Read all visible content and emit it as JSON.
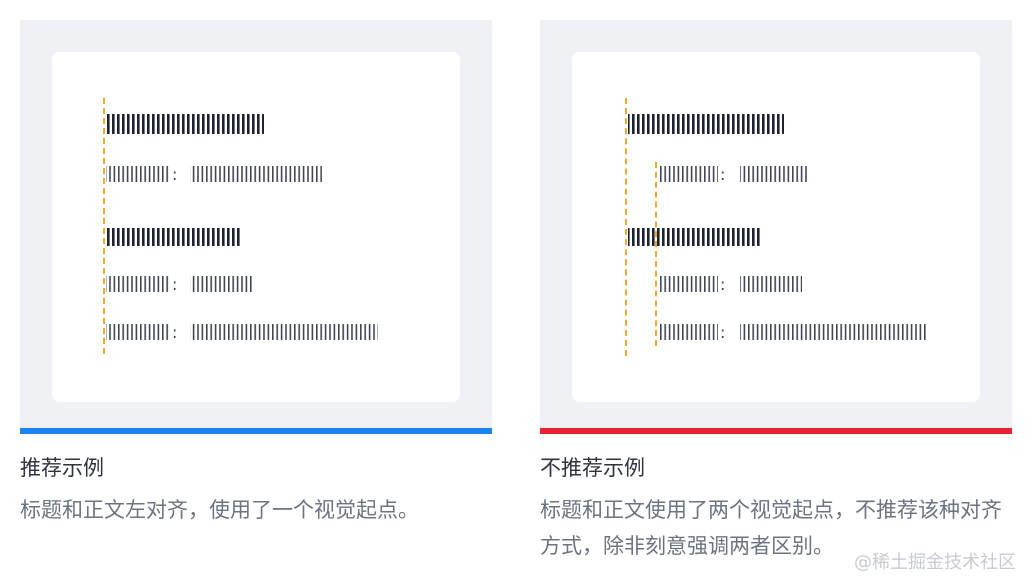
{
  "recommended": {
    "title": "推荐示例",
    "description": "标题和正文左对齐，使用了一个视觉起点。"
  },
  "not_recommended": {
    "title": "不推荐示例",
    "description": "标题和正文使用了两个视觉起点，不推荐该种对齐方式，除非刻意强调两者区别。"
  },
  "colors": {
    "guide": "#f0a830",
    "good_accent": "#1f80f0",
    "bad_accent": "#e8232f"
  },
  "watermark": "@稀土掘金技术社区"
}
